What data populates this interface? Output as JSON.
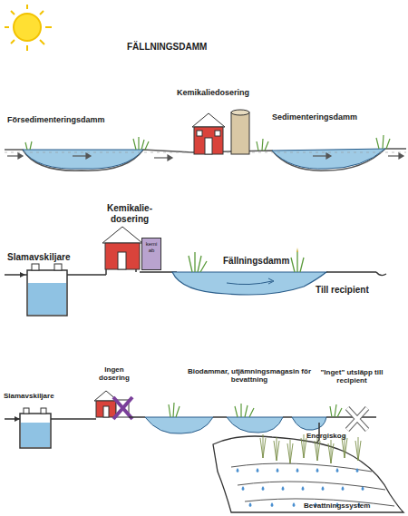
{
  "diagram": {
    "title": "FÄLLNINGSDAMM",
    "nodes": [
      {
        "text": [
          "kemi ab"
        ]
      }
    ],
    "labels": [
      "Kemikaliedosering",
      "Försedimenteringsdamm",
      "Sedimenteringsdamm",
      "Slamavskiljare",
      "Kemikalie- dosering",
      "Fällningsdamm",
      "Till recipient",
      "Slamavskiljare",
      "Ingen dosering",
      "Biodammar, utjämningsmagasin för bevattning",
      "\"Inget\" utsläpp till recipient",
      "Energiskog",
      "Bevattningssystem"
    ]
  }
}
